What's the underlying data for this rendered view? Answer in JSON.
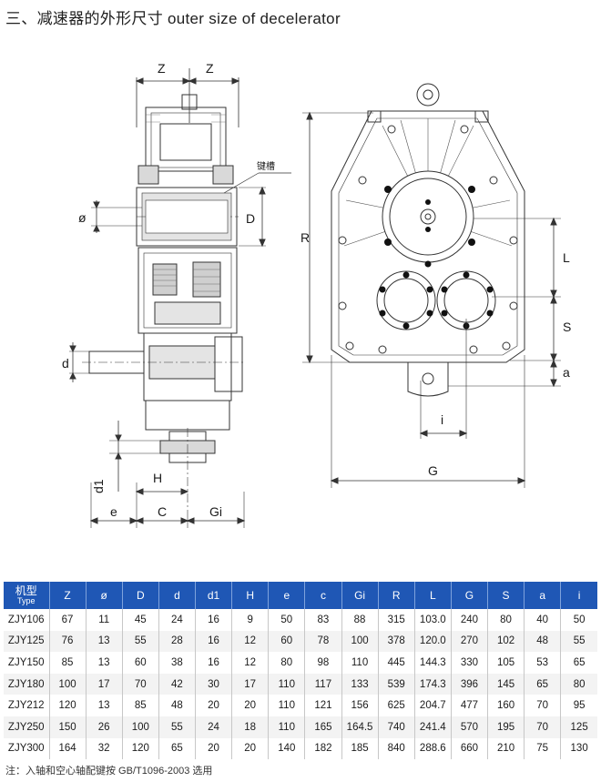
{
  "title": "三、减速器的外形尺寸 outer size of decelerator",
  "labels": {
    "z_left": "Z",
    "z_right": "Z",
    "keyway": "键槽",
    "phi": "ø",
    "D": "D",
    "d": "d",
    "d1": "d1",
    "H": "H",
    "e": "e",
    "C": "C",
    "Gi": "Gi",
    "R": "R",
    "L": "L",
    "S": "S",
    "a": "a",
    "i": "i",
    "G": "G"
  },
  "table": {
    "type_label": "机型",
    "type_sublabel": "Type",
    "headers": [
      "Z",
      "ø",
      "D",
      "d",
      "d1",
      "H",
      "e",
      "c",
      "Gi",
      "R",
      "L",
      "G",
      "S",
      "a",
      "i"
    ],
    "rows": [
      [
        "ZJY106",
        "67",
        "11",
        "45",
        "24",
        "16",
        "9",
        "50",
        "83",
        "88",
        "315",
        "103.0",
        "240",
        "80",
        "40",
        "50"
      ],
      [
        "ZJY125",
        "76",
        "13",
        "55",
        "28",
        "16",
        "12",
        "60",
        "78",
        "100",
        "378",
        "120.0",
        "270",
        "102",
        "48",
        "55"
      ],
      [
        "ZJY150",
        "85",
        "13",
        "60",
        "38",
        "16",
        "12",
        "80",
        "98",
        "110",
        "445",
        "144.3",
        "330",
        "105",
        "53",
        "65"
      ],
      [
        "ZJY180",
        "100",
        "17",
        "70",
        "42",
        "30",
        "17",
        "110",
        "117",
        "133",
        "539",
        "174.3",
        "396",
        "145",
        "65",
        "80"
      ],
      [
        "ZJY212",
        "120",
        "13",
        "85",
        "48",
        "20",
        "20",
        "110",
        "121",
        "156",
        "625",
        "204.7",
        "477",
        "160",
        "70",
        "95"
      ],
      [
        "ZJY250",
        "150",
        "26",
        "100",
        "55",
        "24",
        "18",
        "110",
        "165",
        "164.5",
        "740",
        "241.4",
        "570",
        "195",
        "70",
        "125"
      ],
      [
        "ZJY300",
        "164",
        "32",
        "120",
        "65",
        "20",
        "20",
        "140",
        "182",
        "185",
        "840",
        "288.6",
        "660",
        "210",
        "75",
        "130"
      ]
    ]
  },
  "note": "注：入轴和空心轴配键按 GB/T1096-2003 选用"
}
